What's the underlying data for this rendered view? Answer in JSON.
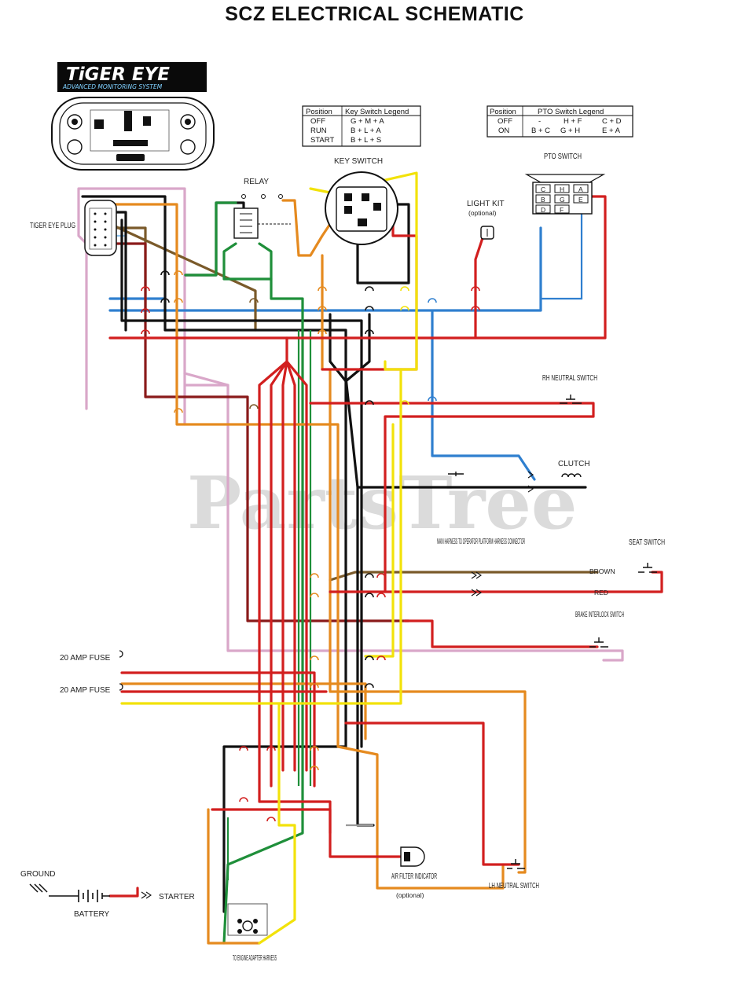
{
  "title": "SCZ ELECTRICAL SCHEMATIC",
  "watermark": "PartsTree",
  "logo": {
    "brand": "TiGER EYE",
    "tagline": "ADVANCED MONITORING SYSTEM"
  },
  "key_switch_legend": {
    "headers": [
      "Position",
      "Key Switch Legend"
    ],
    "rows": [
      [
        "OFF",
        "G + M + A"
      ],
      [
        "RUN",
        "B + L + A"
      ],
      [
        "START",
        "B + L + S"
      ]
    ]
  },
  "pto_switch_legend": {
    "headers": [
      "Position",
      "PTO Switch Legend"
    ],
    "rows": [
      [
        "OFF",
        "-",
        "H + F",
        "C + D"
      ],
      [
        "ON",
        "B + C",
        "G + H",
        "E + A"
      ]
    ]
  },
  "pto_terminals": [
    "C",
    "H",
    "A",
    "B",
    "G",
    "E",
    "D",
    "F"
  ],
  "labels": {
    "key_switch": "KEY SWITCH",
    "relay": "RELAY",
    "pto_switch": "PTO SWITCH",
    "tiger_eye_plug": "TIGER EYE PLUG",
    "light_kit": "LIGHT KIT",
    "light_kit_opt": "(optional)",
    "rh_neutral": "RH NEUTRAL SWITCH",
    "clutch": "CLUTCH",
    "main_harness": "MAIN HARNESS TO OPERATOR PLATFORM HARNESS CONNECTOR",
    "seat_switch": "SEAT SWITCH",
    "brake_interlock": "BRAKE INTERLOCK SWITCH",
    "fuse_1": "20 AMP FUSE",
    "fuse_2": "20 AMP FUSE",
    "ground": "GROUND",
    "battery": "BATTERY",
    "starter": "STARTER",
    "air_filter": "AIR FILTER INDICATOR",
    "air_filter_opt": "(optional)",
    "lh_neutral": "LH NEUTRAL SWITCH",
    "engine_adapter": "TO ENGINE ADAPTER HARNESS",
    "wire_brown": "BROWN",
    "wire_red": "RED"
  },
  "colors": {
    "red": "#d21f1f",
    "black": "#111111",
    "yellow": "#f2e20a",
    "orange": "#e58a1f",
    "green": "#1f8f3a",
    "blue": "#2f7fcf",
    "brown": "#7a5a2a",
    "darkred": "#8a1a1a",
    "pink": "#d9a7c9",
    "lightblue": "#8fc4f0"
  }
}
